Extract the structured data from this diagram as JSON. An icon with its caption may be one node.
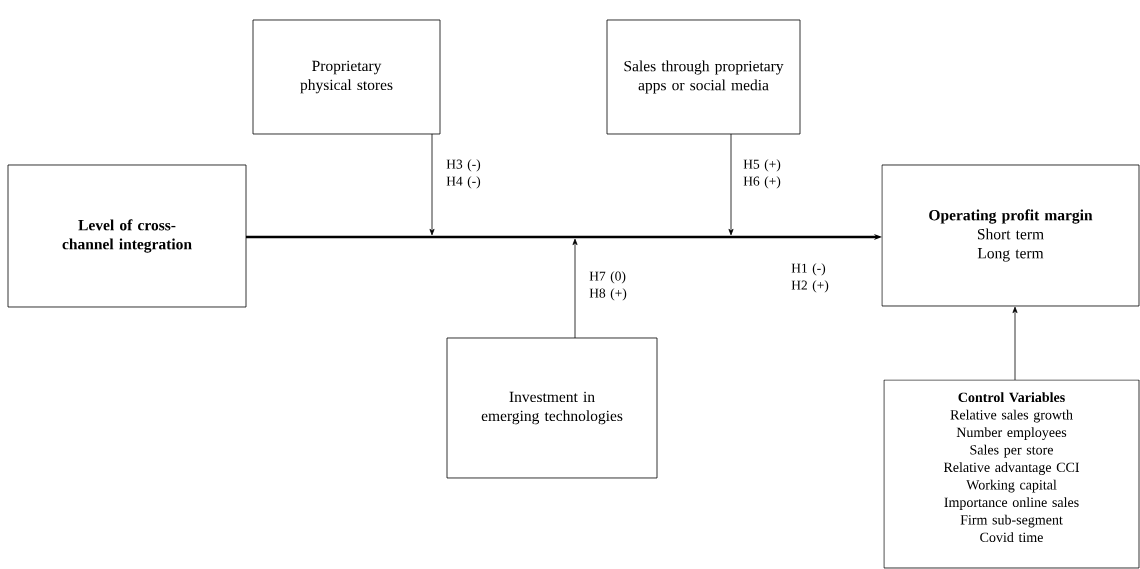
{
  "diagram": {
    "nodes": [
      {
        "text": [
          "Level of cross-channel integration"
        ]
      },
      {
        "text": [
          "Proprietary physical stores"
        ]
      },
      {
        "text": [
          "Sales through proprietary apps or social media"
        ]
      },
      {
        "text": [
          "Operating profit margin",
          "Short term",
          "Long term"
        ]
      },
      {
        "text": [
          "Investment in emerging technologies"
        ]
      },
      {
        "text": [
          "Control Variables",
          "Relative sales growth",
          "Number employees",
          "Sales per store",
          "Relative advantage CCI",
          "Working capital",
          "Importance online sales",
          "Firm sub-segment",
          "Covid time"
        ]
      }
    ],
    "edges": [
      {
        "from": 0,
        "to": 3,
        "arrow": "to",
        "style": "thick",
        "label": "H1 (-) H2 (+)"
      },
      {
        "from": 1,
        "to": null,
        "arrow": "to",
        "label": "H3 (-) H4 (-)"
      },
      {
        "from": 2,
        "to": null,
        "arrow": "to",
        "label": "H5 (+) H6 (+)"
      },
      {
        "from": 4,
        "to": null,
        "arrow": "to",
        "label": "H7 (0) H8 (+)"
      },
      {
        "from": 5,
        "to": 3,
        "arrow": "to"
      }
    ]
  }
}
